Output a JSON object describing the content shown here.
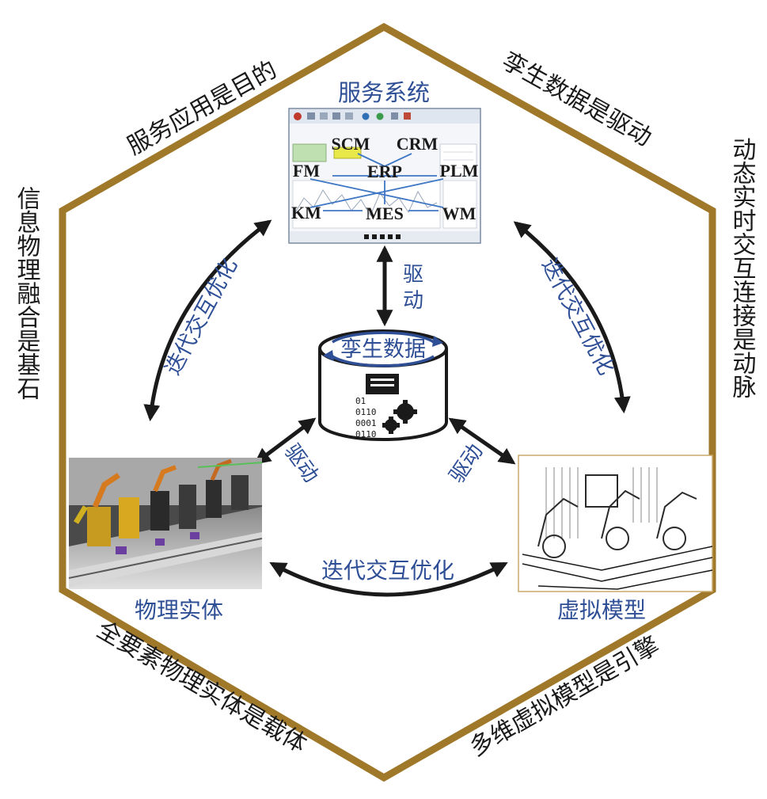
{
  "hexagon_labels": {
    "top_left": "服务应用是目的",
    "top_right": "孪生数据是驱动",
    "left": "信息物理融合是基石",
    "right": "动态实时交互连接是动脉",
    "bottom_left": "全要素物理实体是载体",
    "bottom_right": "多维虚拟模型是引擎"
  },
  "nodes": {
    "service": "服务系统",
    "data": "孪生数据",
    "physical": "物理实体",
    "virtual": "虚拟模型"
  },
  "edges": {
    "left_iterate": "迭代交互优化",
    "right_iterate": "迭代交互优化",
    "bottom_iterate": "迭代交互优化",
    "drive_top": "驱动",
    "drive_left": "驱动",
    "drive_right": "驱动"
  },
  "service_modules": {
    "scm": "SCM",
    "crm": "CRM",
    "fm": "FM",
    "erp": "ERP",
    "plm": "PLM",
    "km": "KM",
    "mes": "MES",
    "wm": "WM"
  },
  "binary_lines": [
    "01",
    "0110",
    "0001",
    "0110"
  ],
  "colors": {
    "hexagon": "#a0782a",
    "blue_text": "#2e4f96",
    "arrow": "#1a1a1a"
  }
}
